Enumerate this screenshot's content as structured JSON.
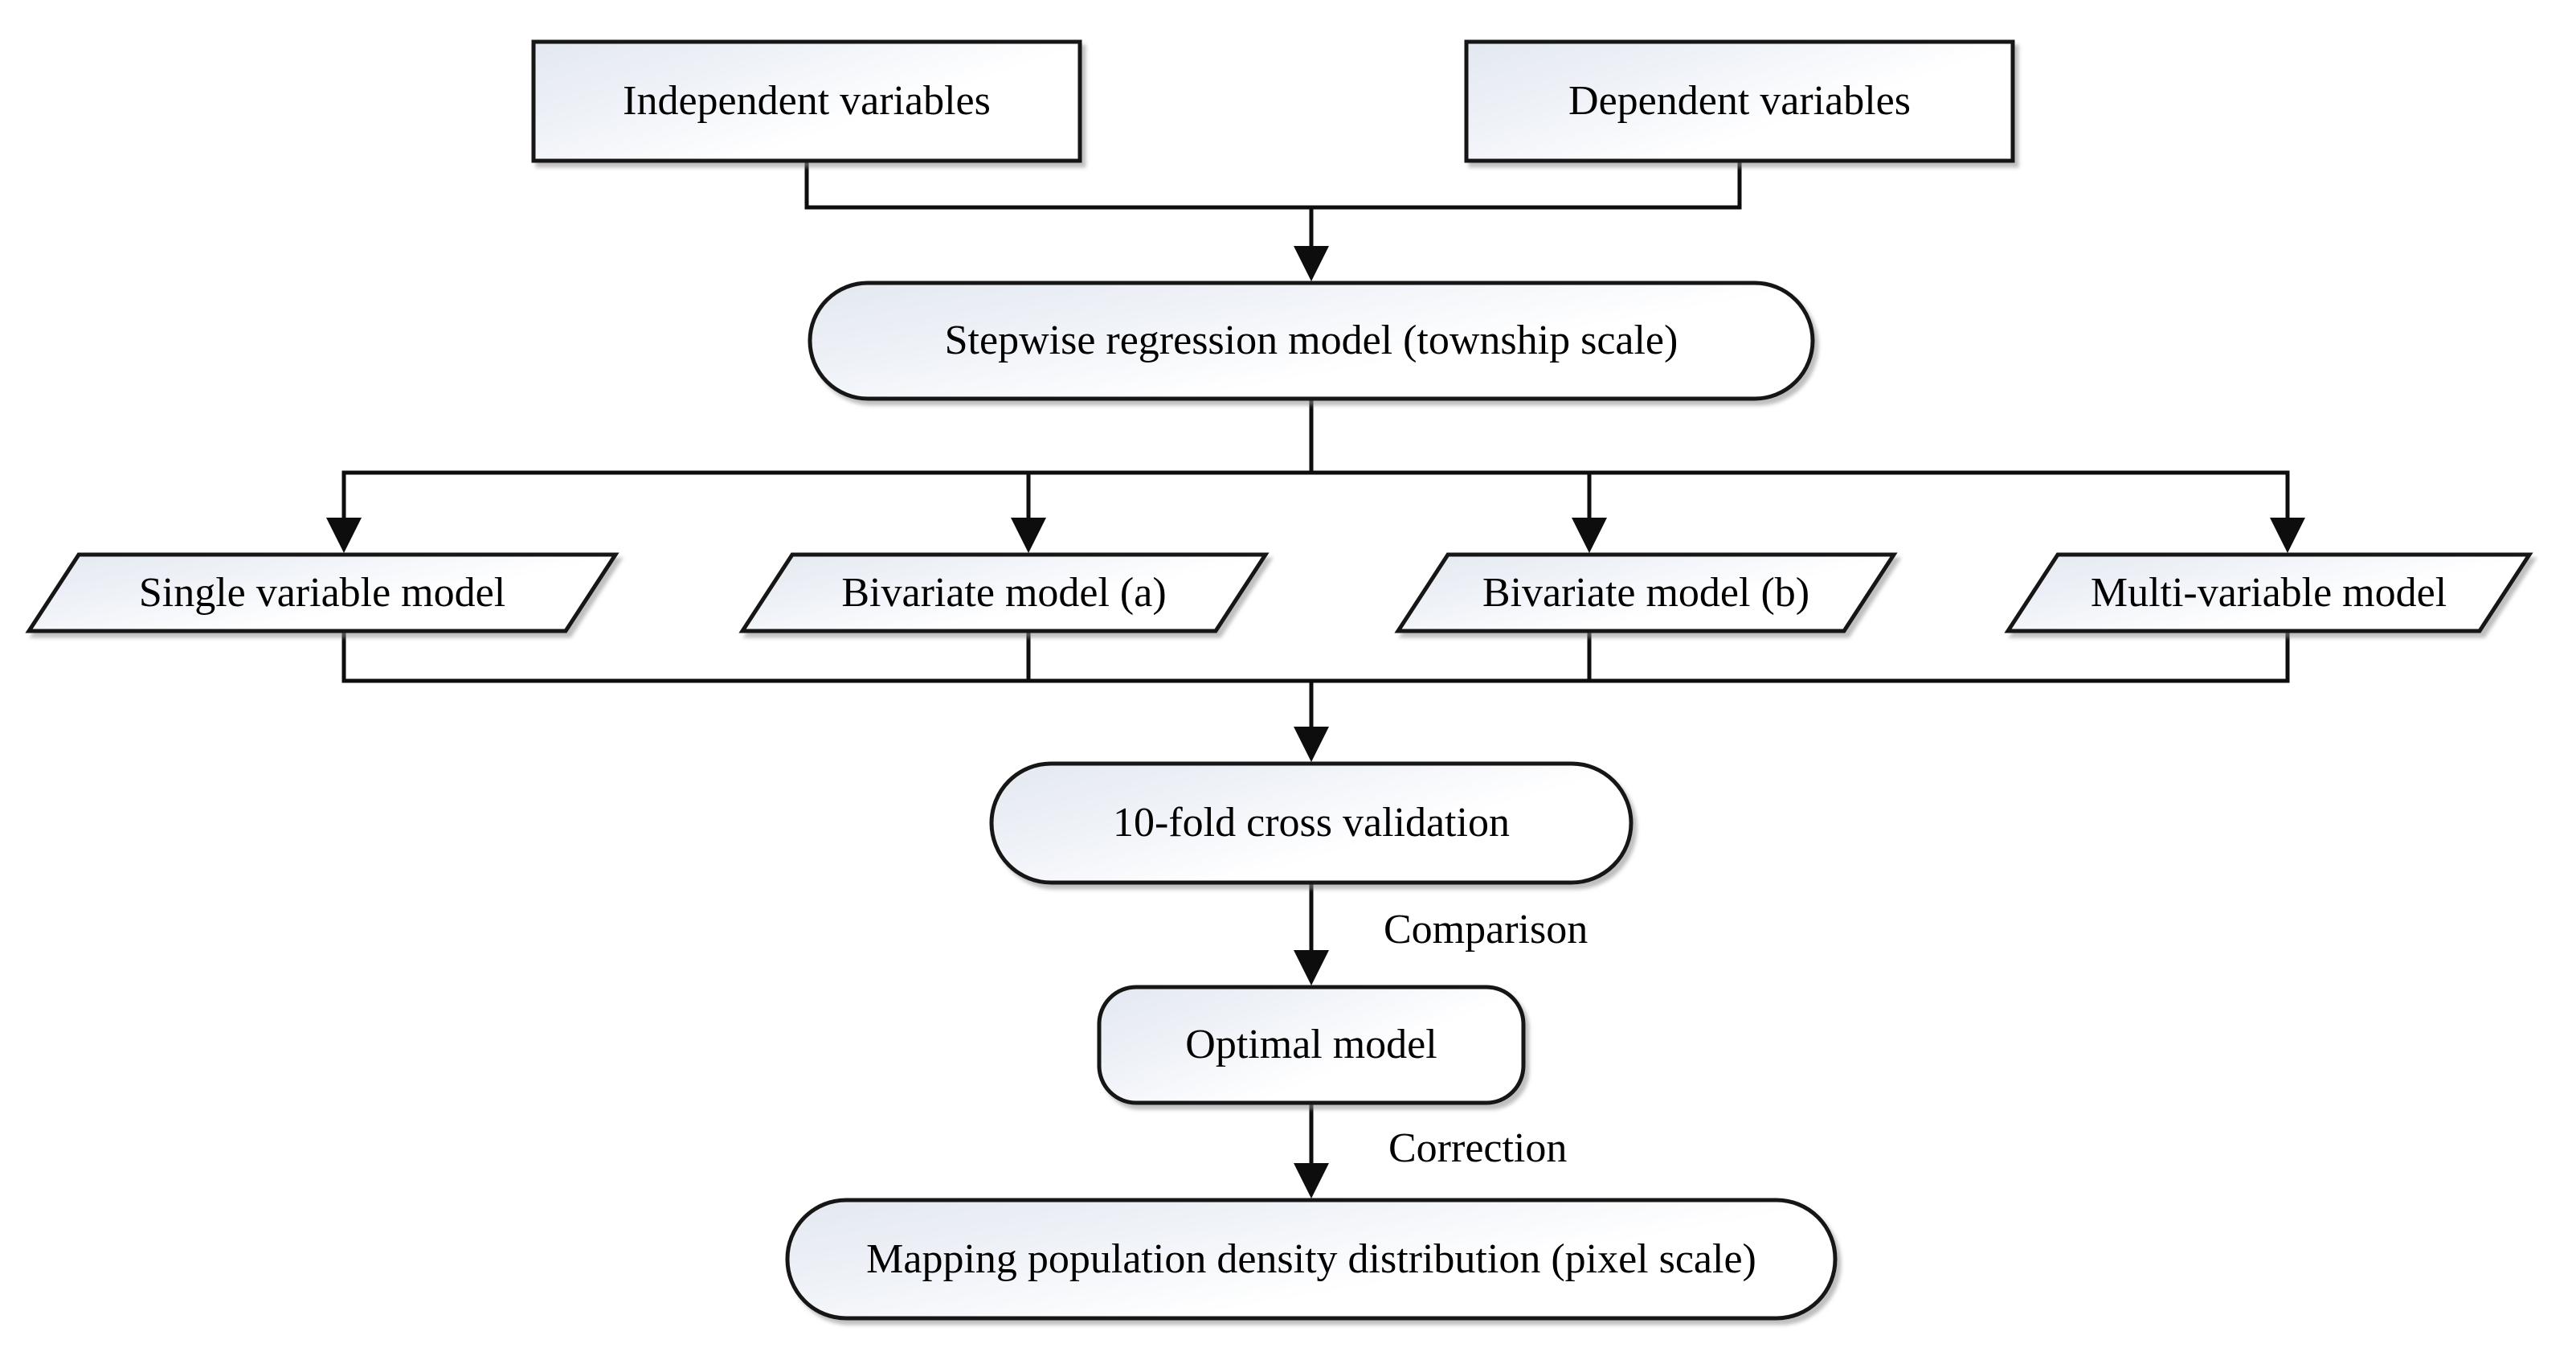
{
  "diagram": {
    "type": "flowchart",
    "nodes": {
      "independent": {
        "label": "Independent variables",
        "shape": "rectangle"
      },
      "dependent": {
        "label": "Dependent variables",
        "shape": "rectangle"
      },
      "stepwise": {
        "label": "Stepwise regression model (township scale)",
        "shape": "stadium"
      },
      "single_variable": {
        "label": "Single variable model",
        "shape": "parallelogram"
      },
      "bivariate_a": {
        "label": "Bivariate model (a)",
        "shape": "parallelogram"
      },
      "bivariate_b": {
        "label": "Bivariate model (b)",
        "shape": "parallelogram"
      },
      "multi_variable": {
        "label": "Multi-variable model",
        "shape": "parallelogram"
      },
      "cross_validation": {
        "label": "10-fold cross validation",
        "shape": "stadium"
      },
      "optimal": {
        "label": "Optimal model",
        "shape": "rounded-rectangle"
      },
      "mapping": {
        "label": "Mapping population density distribution (pixel scale)",
        "shape": "stadium"
      }
    },
    "edge_labels": {
      "comparison": "Comparison",
      "correction": "Correction"
    },
    "flow": [
      "independent -> stepwise",
      "dependent -> stepwise",
      "stepwise -> single_variable",
      "stepwise -> bivariate_a",
      "stepwise -> bivariate_b",
      "stepwise -> multi_variable",
      "single_variable -> cross_validation",
      "bivariate_a -> cross_validation",
      "bivariate_b -> cross_validation",
      "multi_variable -> cross_validation",
      "cross_validation -> optimal (Comparison)",
      "optimal -> mapping (Correction)"
    ],
    "colors": {
      "background": "#ffffff",
      "line": "#0d0d0d",
      "shape_border": "#141414",
      "shape_fill_left": "#e3e8f0",
      "shape_fill_mid": "#f0f3f8",
      "shape_fill_right": "#ffffff",
      "text": "#000000"
    }
  }
}
